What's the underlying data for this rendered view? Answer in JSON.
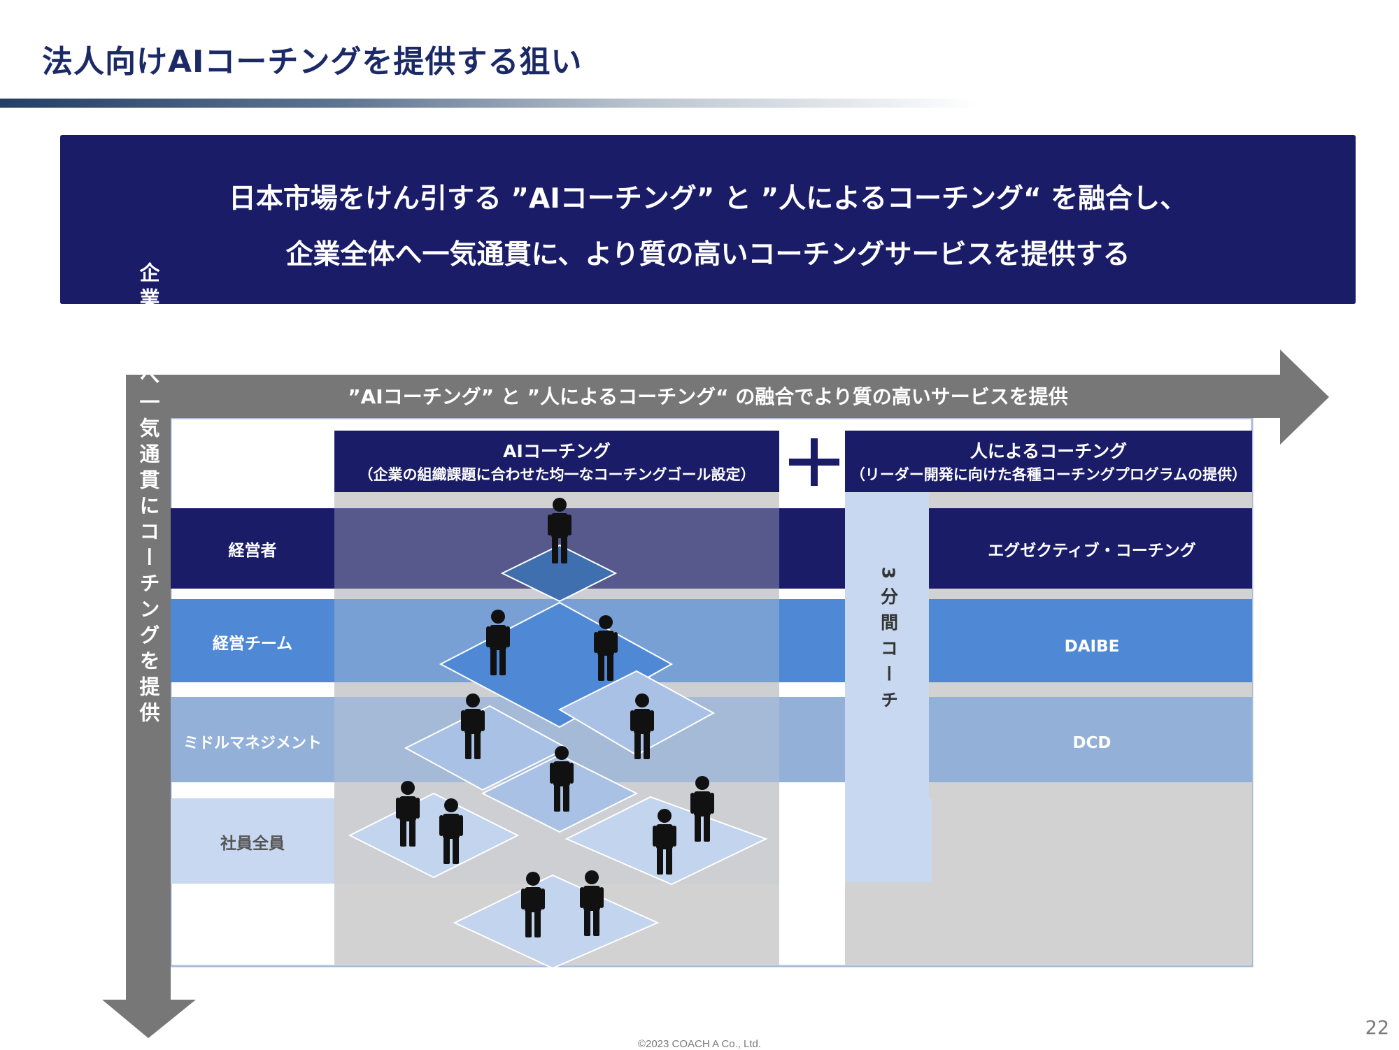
{
  "title": "法人向けAIコーチングを提供する狙い",
  "banner": {
    "line1": "日本市場をけん引する ”AIコーチング” と ”人によるコーチング“ を融合し、",
    "line2": "企業全体へ一気通貫に、より質の高いコーチングサービスを提供する"
  },
  "diagram": {
    "top_arrow_label": "”AIコーチング” と ”人によるコーチング“ の融合でより質の高いサービスを提供",
    "left_arrow_label": "企業全体へ一気通貫にコーチングを提供",
    "ai_header": {
      "title": "AIコーチング",
      "subtitle": "（企業の組織課題に合わせた均一なコーチングゴール設定）"
    },
    "plus_sign": "+",
    "human_header": {
      "title": "人によるコーチング",
      "subtitle": "（リーダー開発に向けた各種コーチングプログラムの提供）"
    },
    "rows": [
      {
        "label": "経営者",
        "program": "エグゼクティブ・コーチング"
      },
      {
        "label": "経営チーム",
        "program": "DAIBE"
      },
      {
        "label": "ミドルマネジメント",
        "program": "DCD"
      },
      {
        "label": "社員全員",
        "program": ""
      }
    ],
    "three_minute_coach": "3分間コーチ",
    "icons": [
      "person-icon"
    ]
  },
  "colors": {
    "navy": "#1b1c68",
    "blue": "#5a8fd6",
    "mid_blue": "#95b3d9",
    "light_blue": "#c7d8f0",
    "arrow_gray": "#777777"
  },
  "footer": {
    "copyright": "©2023  COACH A Co., Ltd.",
    "page_number": "22"
  }
}
